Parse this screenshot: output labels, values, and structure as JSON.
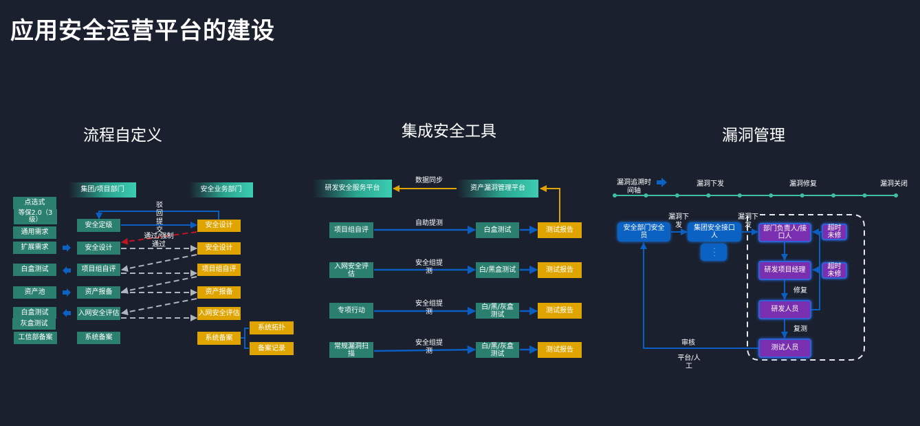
{
  "title": "应用安全运营平台的建设",
  "sections": {
    "process": {
      "title": "流程自定义",
      "header_left": "集团/项目部门",
      "header_right": "安全业务部门",
      "left_col": [
        "点选式",
        "等保2.0（3级）",
        "通用需求",
        "扩展需求",
        "白盒测试",
        "资产池",
        "白盒测试",
        "灰盒测试",
        "工信部备案"
      ],
      "mid_col": [
        "安全定级",
        "安全设计",
        "项目组自评",
        "资产报备",
        "入网安全评估",
        "系统备案"
      ],
      "right_col": [
        "安全设计",
        "安全设计",
        "项目组自评",
        "资产报备",
        "入网安全评估",
        "系统备案"
      ],
      "sub_right": [
        "系统拓扑",
        "备案记录"
      ],
      "reject_label": "驳回提交",
      "pass_label": "通过/强制通过"
    },
    "tools": {
      "title": "集成安全工具",
      "platform_left": "研发安全服务平台",
      "platform_right": "资产漏洞管理平台",
      "sync_label": "数据同步",
      "rows": [
        {
          "source": "项目组自评",
          "action": "自助提测",
          "test": "白盒测试",
          "report": "测试报告"
        },
        {
          "source": "入网安全评估",
          "action": "安全组提测",
          "test": "白/黑盒测试",
          "report": "测试报告"
        },
        {
          "source": "专项行动",
          "action": "安全组提测",
          "test": "白/黑/灰盒测试",
          "report": "测试报告"
        },
        {
          "source": "常规漏洞扫描",
          "action": "安全组提测",
          "test": "白/黑/灰盒测试",
          "report": "测试报告"
        }
      ]
    },
    "vuln": {
      "title": "漏洞管理",
      "timeline_label": "漏洞追溯时间轴",
      "timeline_stages": [
        "漏洞下发",
        "漏洞修复",
        "漏洞关闭"
      ],
      "timeline_points": 10,
      "nodes": {
        "security_staff": "安全部门安全员",
        "group_contact": "集团安全接口人",
        "ellipsis": "· · ·",
        "dept_head": "部门负责人/接口人",
        "pm": "研发项目经理",
        "dev": "研发人员",
        "tester": "测试人员",
        "timeout1": "超时未修",
        "timeout2": "超时未修"
      },
      "edge_labels": {
        "issue1": "漏洞下发",
        "issue2": "漏洞下发",
        "fix": "修复",
        "retest": "复测",
        "review": "审核",
        "platform": "平台/人工"
      }
    }
  },
  "colors": {
    "background": "#1a202e",
    "teal": "#2b7f6e",
    "gold": "#e0a400",
    "blue": "#0b62c2",
    "purple": "#7a2fb0",
    "arrow_blue": "#0b5fc2",
    "arrow_gold": "#e0a400",
    "reject_red": "#c0141e",
    "dash_gray": "#b0b4bc",
    "timeline": "#3fbfa0"
  }
}
